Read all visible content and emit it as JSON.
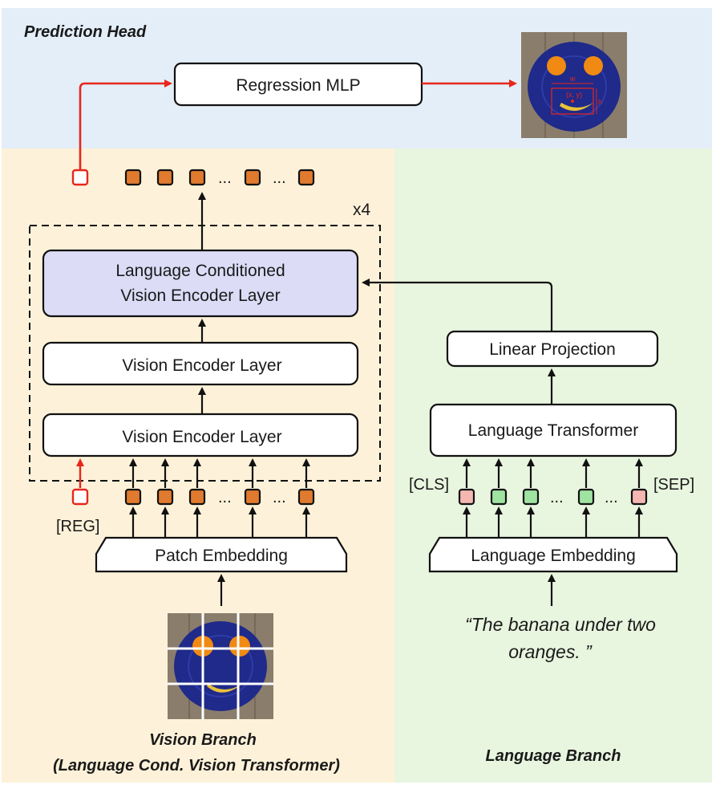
{
  "prediction_head": {
    "title": "Prediction Head",
    "regression_mlp": "Regression MLP",
    "bbox_labels": {
      "w": "w",
      "h": "h",
      "xy": "(x, y)"
    }
  },
  "vision_branch": {
    "title_line1": "Vision Branch",
    "title_line2": "(Language Cond. Vision Transformer)",
    "repeat_label": "x4",
    "lang_cond_layer_line1": "Language Conditioned",
    "lang_cond_layer_line2": "Vision Encoder Layer",
    "vision_layer_upper": "Vision Encoder Layer",
    "vision_layer_lower": "Vision Encoder Layer",
    "patch_embedding": "Patch Embedding",
    "reg_token": "[REG]",
    "ellipsis": "..."
  },
  "language_branch": {
    "title": "Language Branch",
    "linear_projection": "Linear Projection",
    "language_transformer": "Language Transformer",
    "language_embedding": "Language Embedding",
    "cls_token": "[CLS]",
    "sep_token": "[SEP]",
    "ellipsis": "...",
    "query_line1": "“The banana under two",
    "query_line2": "oranges. ”"
  },
  "colors": {
    "prediction_bg": "#e3eef8",
    "vision_bg": "#fdf2d9",
    "language_bg": "#e8f5df",
    "token_orange": "#e07a2e",
    "token_green": "#9fe3a0",
    "token_pink": "#f5b7b1",
    "reg_red": "#e8261c",
    "lang_cond_fill": "#dcdcf7",
    "plate_blue": "#1f2a8a",
    "table_wood": "#8a7d6c"
  }
}
